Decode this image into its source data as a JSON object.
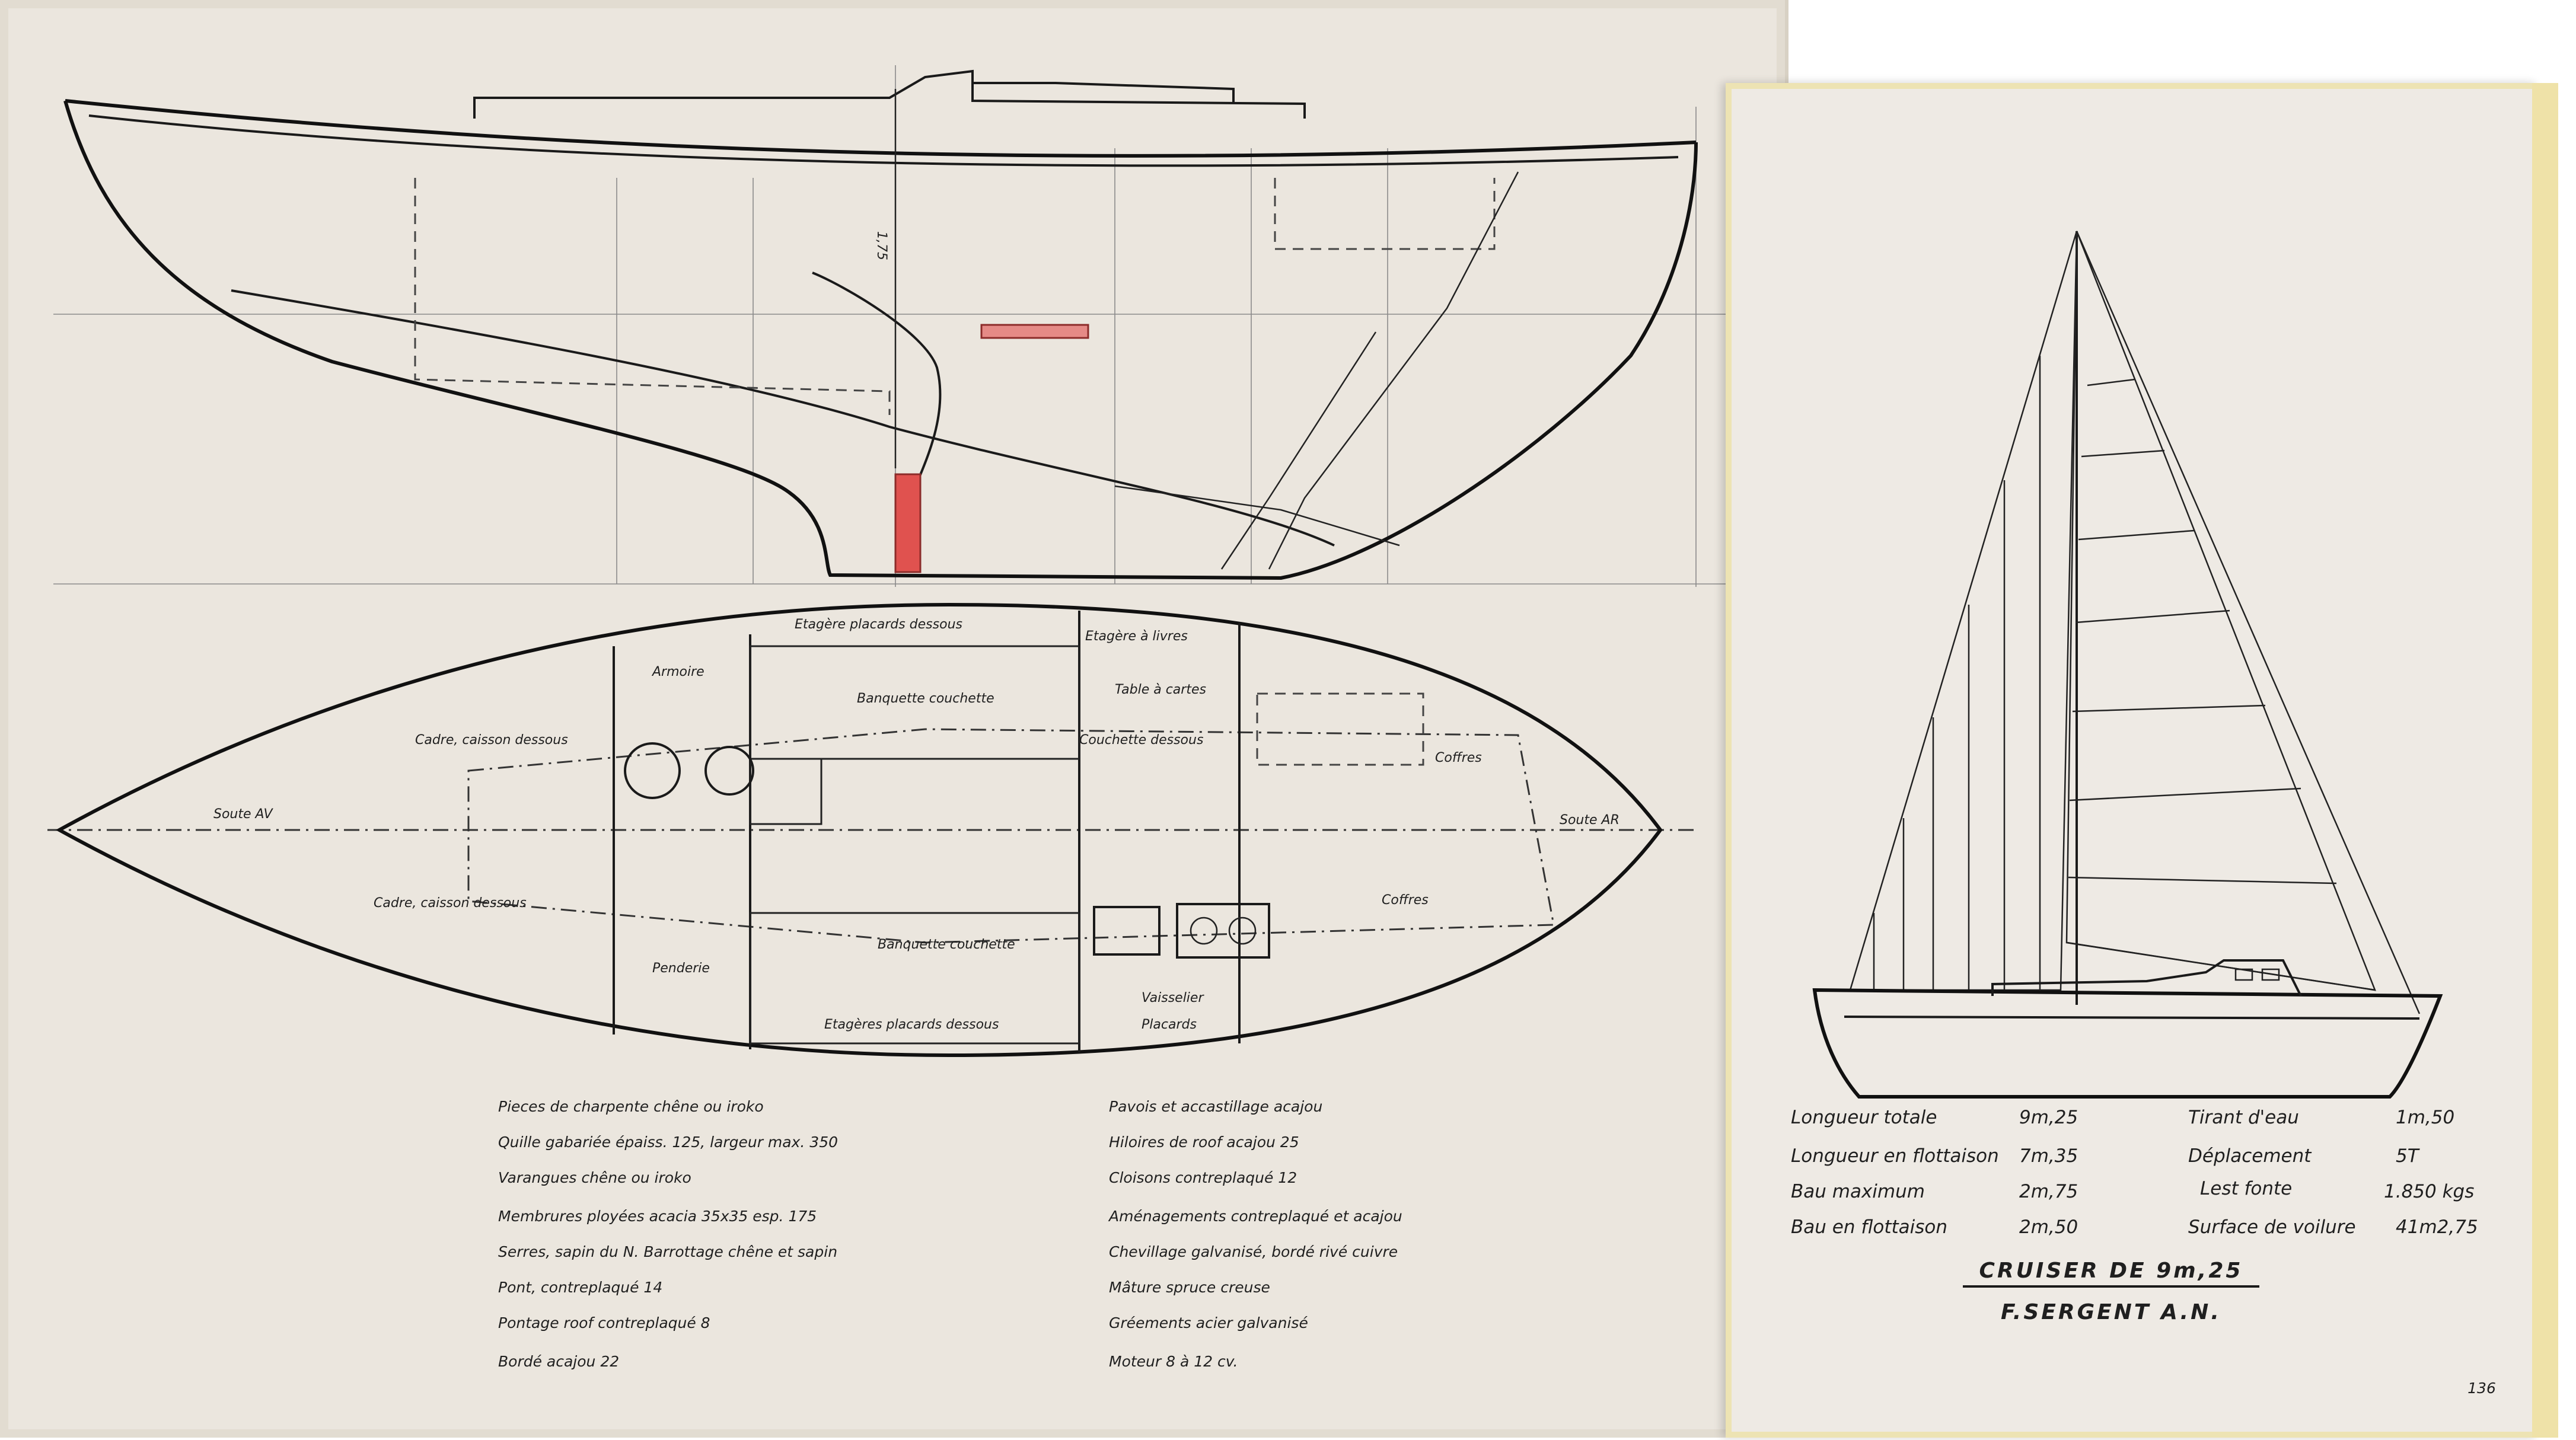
{
  "profile": {
    "dimension_label": "1,75"
  },
  "plan": {
    "labels": {
      "armoire": "Armoire",
      "etagere_top": "Etagère placards dessous",
      "etagere_livres": "Etagère à livres",
      "banquette_top": "Banquette couchette",
      "table_cartes": "Table à cartes",
      "couchette_dessous": "Couchette dessous",
      "cadre_top": "Cadre, caisson dessous",
      "coffres_top": "Coffres",
      "soute_av": "Soute AV",
      "soute_ar": "Soute AR",
      "cadre_bottom": "Cadre, caisson dessous",
      "coffres_bottom": "Coffres",
      "banquette_bottom": "Banquette couchette",
      "penderie": "Penderie",
      "vaisselier": "Vaisselier",
      "placards": "Placards",
      "etageres_bottom": "Etagères placards dessous"
    }
  },
  "notes_left": [
    "Pieces de charpente chêne ou iroko",
    "Quille gabariée épaiss. 125, largeur max. 350",
    "Varangues chêne ou iroko",
    "Membrures ployées acacia 35x35 esp. 175",
    "Serres, sapin du N. Barrottage chêne et sapin",
    "Pont, contreplaqué 14",
    "Pontage roof contreplaqué 8",
    "Bordé acajou 22"
  ],
  "notes_right": [
    "Pavois et accastillage acajou",
    "Hiloires de roof acajou 25",
    "Cloisons contreplaqué 12",
    "Aménagements contreplaqué et acajou",
    "Chevillage galvanisé, bordé rivé cuivre",
    "Mâture spruce creuse",
    "Gréements acier galvanisé",
    "Moteur 8 à 12 cv."
  ],
  "specs": [
    {
      "label": "Longueur totale",
      "value": "9m,25"
    },
    {
      "label": "Longueur en flottaison",
      "value": "7m,35"
    },
    {
      "label": "Bau maximum",
      "value": "2m,75"
    },
    {
      "label": "Bau en flottaison",
      "value": "2m,50"
    }
  ],
  "specs_right": [
    {
      "label": "Tirant d'eau",
      "value": "1m,50"
    },
    {
      "label": "Déplacement",
      "value": "5T"
    },
    {
      "label": "Lest fonte",
      "value": "1.850 kgs"
    },
    {
      "label": "Surface de voilure",
      "value": "41m2,75"
    }
  ],
  "title": "CRUISER DE 9m,25",
  "designer": "F.SERGENT A.N.",
  "page_number": "136",
  "colors": {
    "paper": "#ebe6de",
    "ink": "#1f1f1f",
    "keel_red": "#e0524f",
    "binding_yellow": "#ede3b3"
  }
}
